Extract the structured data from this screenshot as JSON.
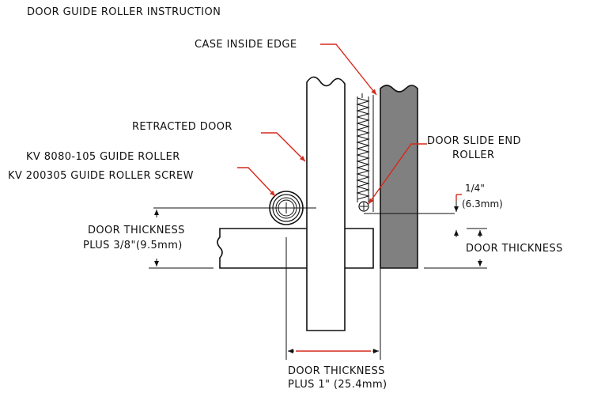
{
  "title": "DOOR GUIDE ROLLER INSTRUCTION",
  "labels": {
    "case_inside_edge": "CASE INSIDE EDGE",
    "retracted_door": "RETRACTED DOOR",
    "guide_roller": "KV 8080-105 GUIDE ROLLER",
    "guide_roller_screw": "KV 200305 GUIDE ROLLER SCREW",
    "door_slide_end_line1": "DOOR SLIDE END",
    "door_slide_end_line2": "ROLLER",
    "offset_in": "1/4\"",
    "offset_mm": "(6.3mm)",
    "door_thickness_plus_38_line1": "DOOR THICKNESS",
    "door_thickness_plus_38_line2": "PLUS 3/8\"(9.5mm)",
    "door_thickness": "DOOR THICKNESS",
    "door_thickness_plus_1_line1": "DOOR THICKNESS",
    "door_thickness_plus_1_line2": "PLUS 1\" (25.4mm)"
  },
  "colors": {
    "leader": "#d42a1c",
    "case_fill": "#808080",
    "line": "#111111"
  }
}
